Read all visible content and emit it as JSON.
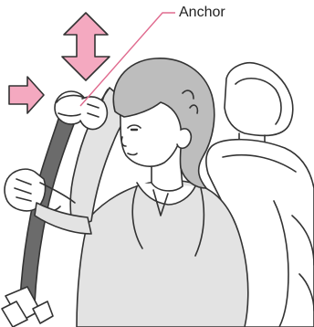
{
  "callout": {
    "label": "Anchor"
  },
  "icons": {
    "vertical_arrow": "up-down-double-arrow",
    "horizontal_arrow": "right-pointing-arrow"
  },
  "colors": {
    "arrow_pink": "#f4a9c0",
    "arrow_outline": "#333333",
    "callout_line": "#e06b8f",
    "belt": "#6b6b6b",
    "skin": "#ffffff",
    "hair": "#bdbdbd",
    "jacket": "#e3e3e3",
    "seat": "#ffffff",
    "outline": "#333333"
  }
}
